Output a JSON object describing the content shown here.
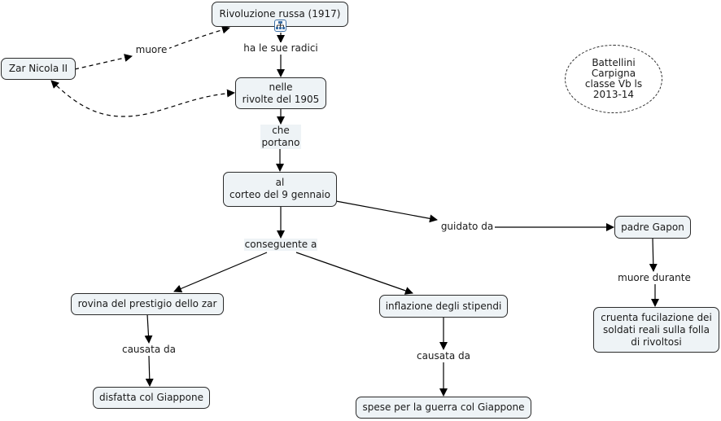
{
  "concept_map": {
    "nodes": {
      "rivoluzione": "Rivoluzione russa (1917)",
      "zar": "Zar Nicola II",
      "rivolte_line1": "nelle",
      "rivolte_line2": "rivolte del 1905",
      "corteo_line1": "al",
      "corteo_line2": "corteo del 9 gennaio",
      "gapon": "padre Gapon",
      "rovina": "rovina del prestigio dello zar",
      "inflazione": "inflazione degli stipendi",
      "disfatta": "disfatta col Giappone",
      "spese": "spese per la guerra col Giappone",
      "fucilazione_line1": "cruenta fucilazione dei",
      "fucilazione_line2": "soldati reali sulla folla",
      "fucilazione_line3": "di rivoltosi"
    },
    "links": {
      "muore": "muore",
      "radici": "ha le sue radici",
      "che_portano_line1": "che",
      "che_portano_line2": "portano",
      "conseguente": "conseguente a",
      "guidato": "guidato da",
      "muore_durante": "muore durante",
      "causata_1": "causata da",
      "causata_2": "causata da"
    },
    "annotation": {
      "line1": "Battellini",
      "line2": "Carpigna",
      "line3": "classe Vb ls",
      "line4": "2013-14"
    },
    "icons": {
      "submap": "concept-map-submap-icon"
    }
  }
}
